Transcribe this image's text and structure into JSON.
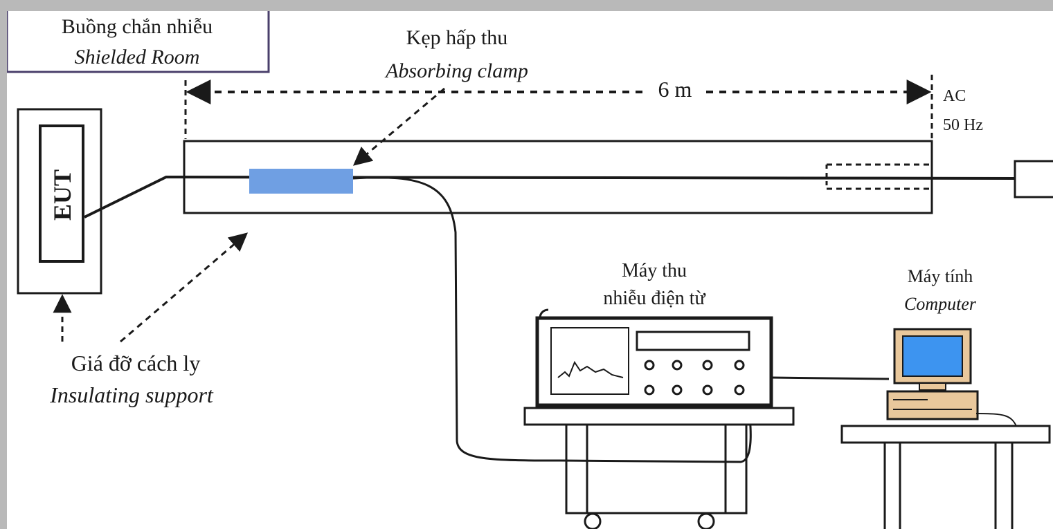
{
  "colors": {
    "background": "#ffffff",
    "frame": "#b9b9b9",
    "line": "#1a1a1a",
    "clamp": "#6f9fe3",
    "screen": "#3d94f0",
    "room_border": "#4a3f6b",
    "computer_body": "#e9c89c"
  },
  "labels": {
    "room_vi": "Buồng chắn nhiễu",
    "room_en": "Shielded Room",
    "clamp_vi": "Kẹp hấp thu",
    "clamp_en": "Absorbing clamp",
    "distance": "6 m",
    "ac": "AC",
    "hz": "50 Hz",
    "eut": "EUT",
    "receiver_vi_1": "Máy thu",
    "receiver_vi_2": "nhiễu điện từ",
    "computer_vi": "Máy tính",
    "computer_en": "Computer",
    "support_vi": "Giá đỡ cách ly",
    "support_en": "Insulating support"
  }
}
